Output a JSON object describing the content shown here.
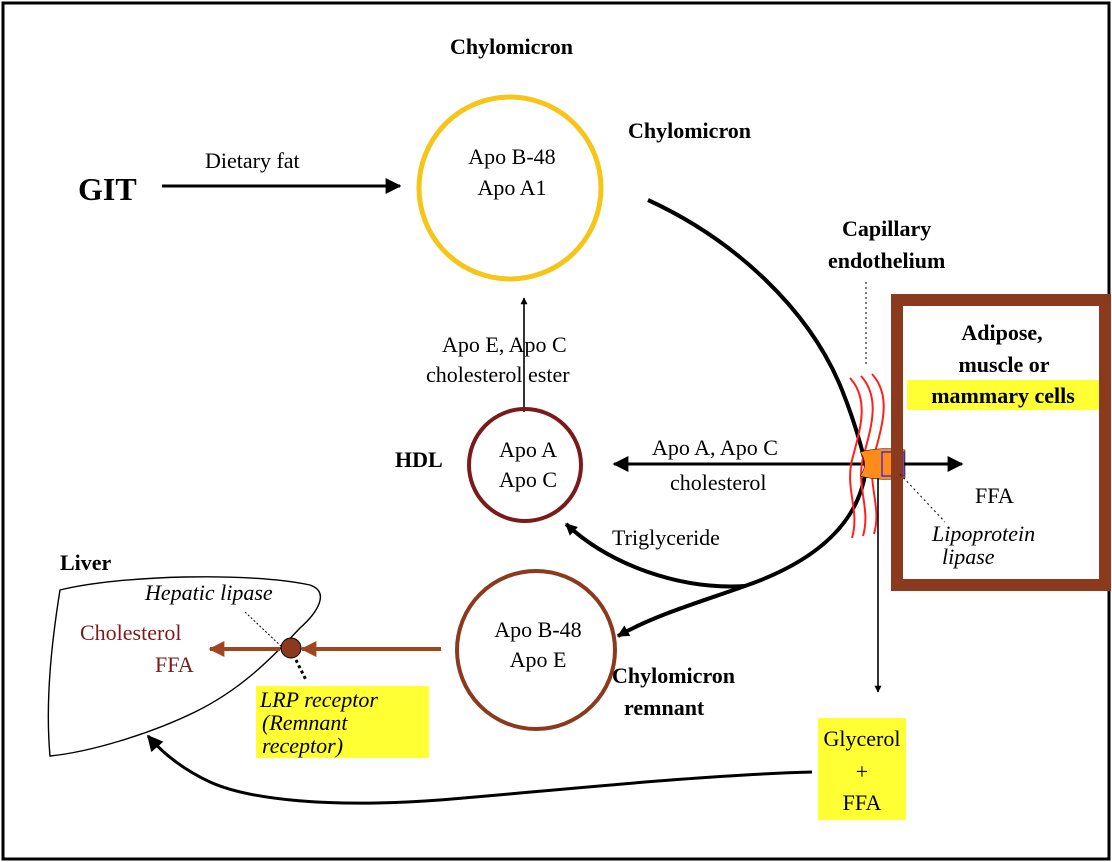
{
  "labels": {
    "chylomicron_top": "Chylomicron",
    "chylomicron_side": "Chylomicron",
    "git": "GIT",
    "dietary_fat": "Dietary fat",
    "capillary_line1": "Capillary",
    "capillary_line2": "endothelium",
    "cells_line1": "Adipose,",
    "cells_line2": "muscle or",
    "cells_line3": "mammary cells",
    "apo_e_c_line1": "Apo E, Apo C",
    "apo_e_c_line2": "cholesterol ester",
    "hdl": "HDL",
    "apo_a_c_line1": "Apo A, Apo C",
    "apo_a_c_line2": "cholesterol",
    "ffa_right": "FFA",
    "lpl_line1": "Lipoprotein",
    "lpl_line2": "lipase",
    "triglyceride": "Triglyceride",
    "liver": "Liver",
    "hepatic_lipase": "Hepatic lipase",
    "cholesterol": "Cholesterol",
    "ffa_liver": "FFA",
    "lrp_line1": "LRP receptor",
    "lrp_line2": "(Remnant",
    "lrp_line3": "receptor)",
    "remnant_line1": "Chylomicron",
    "remnant_line2": "remnant",
    "glycerol_line1": "Glycerol",
    "glycerol_line2": "+",
    "glycerol_line3": "FFA"
  },
  "circles": {
    "chylomicron": {
      "line1": "Apo B-48",
      "line2": "Apo A1"
    },
    "hdl": {
      "line1": "Apo A",
      "line2": "Apo C"
    },
    "remnant": {
      "line1": "Apo B-48",
      "line2": "Apo E"
    }
  },
  "colors": {
    "chylomicron_ring": "#f5c518",
    "hdl_ring": "#7b1a1a",
    "remnant_ring": "#8b3a1e",
    "cell_box": "#8b3a1e",
    "highlight": "#ffff33",
    "endothelium": "#ff2020",
    "lipase_fill": "#ff8c1a",
    "liver_text": "#7b1a1a",
    "liver_arrow": "#a0461e"
  }
}
